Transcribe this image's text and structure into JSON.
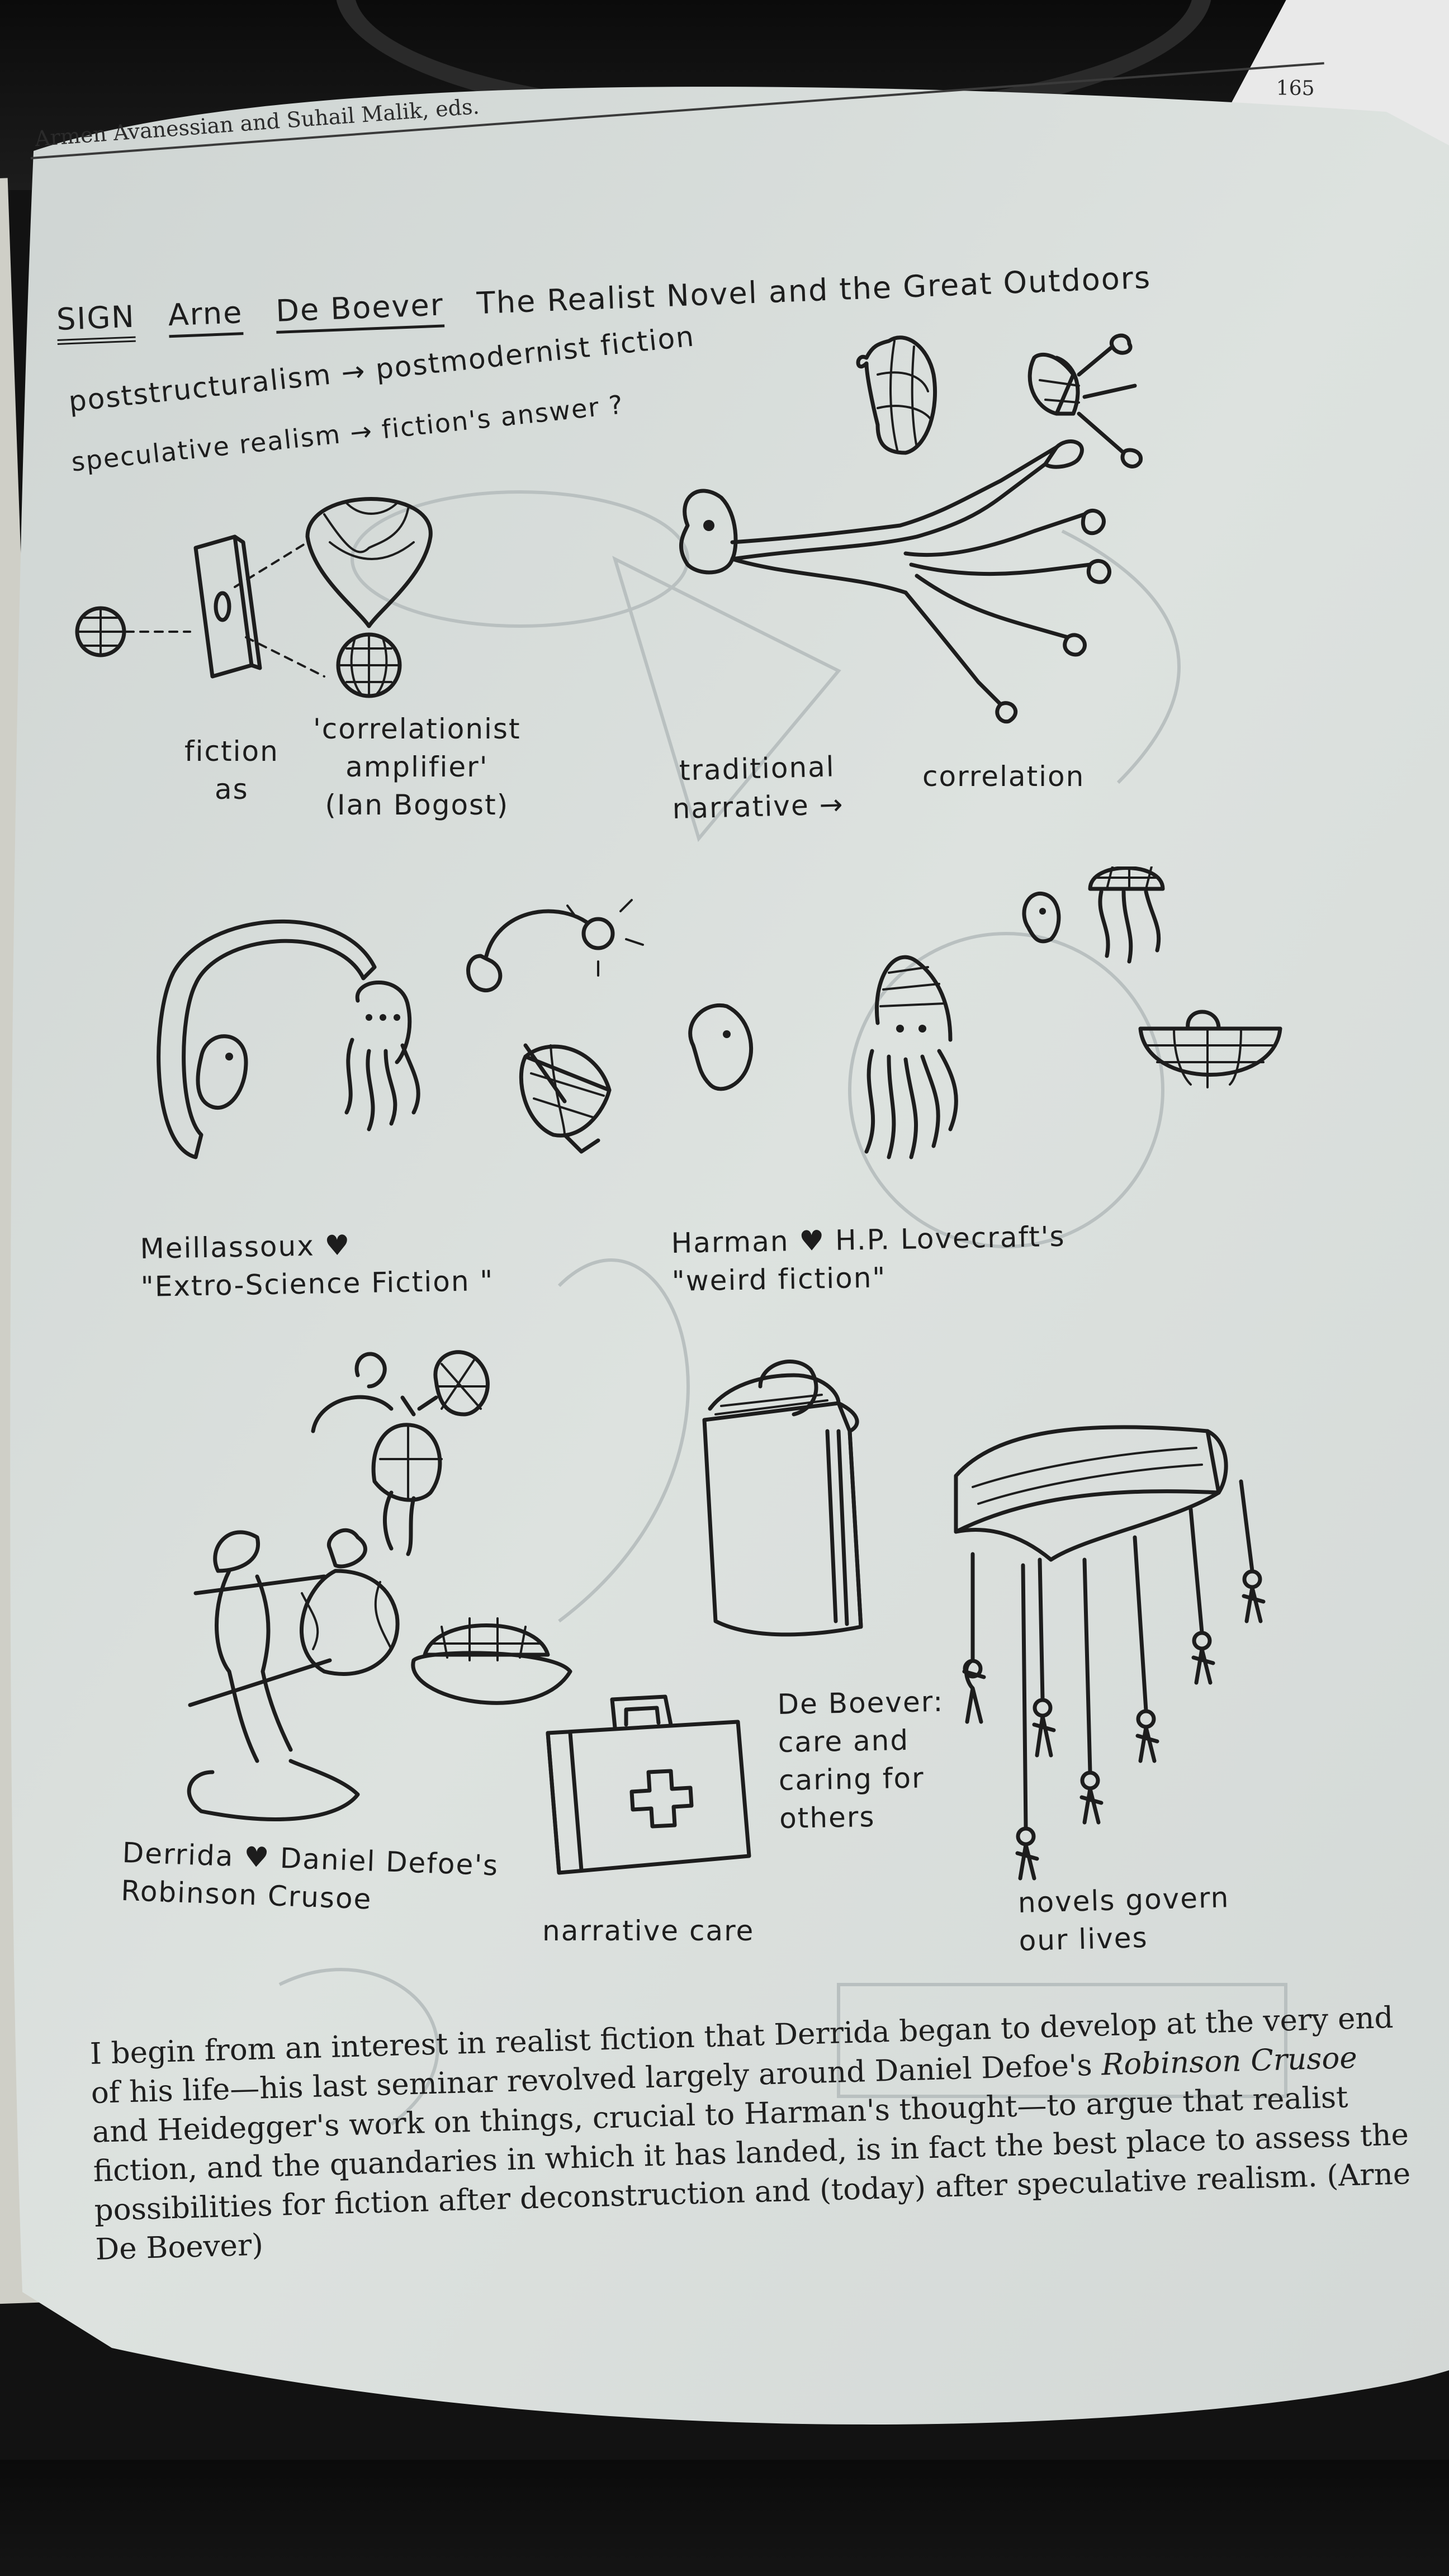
{
  "header": {
    "running_head": "Armen Avanessian and Suhail Malik, eds.",
    "page_number": "165"
  },
  "title_line": {
    "tag": "SIGN",
    "author": "Arne",
    "author_last": "De Boever",
    "title": "The Realist Novel and the Great Outdoors"
  },
  "flow": {
    "line1": "poststructuralism → postmodernist fiction",
    "line2": "speculative realism → fiction's answer ?"
  },
  "labels": {
    "fiction_as": [
      "fiction",
      "as"
    ],
    "amplifier": [
      "'correlationist",
      "amplifier'",
      "(Ian Bogost)"
    ],
    "traditional": [
      "traditional",
      "narrative →"
    ],
    "correlation": "correlation",
    "meillassoux": [
      "Meillassoux ♥",
      "\"Extro-Science Fiction \""
    ],
    "harman": [
      "Harman ♥ H.P. Lovecraft's",
      "\"weird fiction\""
    ],
    "derrida": [
      "Derrida ♥  Daniel Defoe's",
      "Robinson Crusoe"
    ],
    "narrative_care": "narrative care",
    "deboever": [
      "De Boever:",
      "care and",
      "caring for",
      "others"
    ],
    "novels": [
      "novels govern",
      "our lives"
    ]
  },
  "body": {
    "before_italic": "I begin from an interest in realist fiction that Derrida began to develop at the very end of his life—his last seminar revolved largely around Daniel Defoe's ",
    "italic": "Robinson Crusoe",
    "after_italic": " and Heidegger's work on things, crucial to Harman's thought—to argue that realist fiction, and the quandaries in which it has landed, is in fact the best place to assess the possibilities for fiction after deconstruction and (today) after speculative realism. (Arne De Boever)"
  },
  "colors": {
    "page": "#d9dedc",
    "ink": "#1d1d1d",
    "background": "#121212"
  }
}
